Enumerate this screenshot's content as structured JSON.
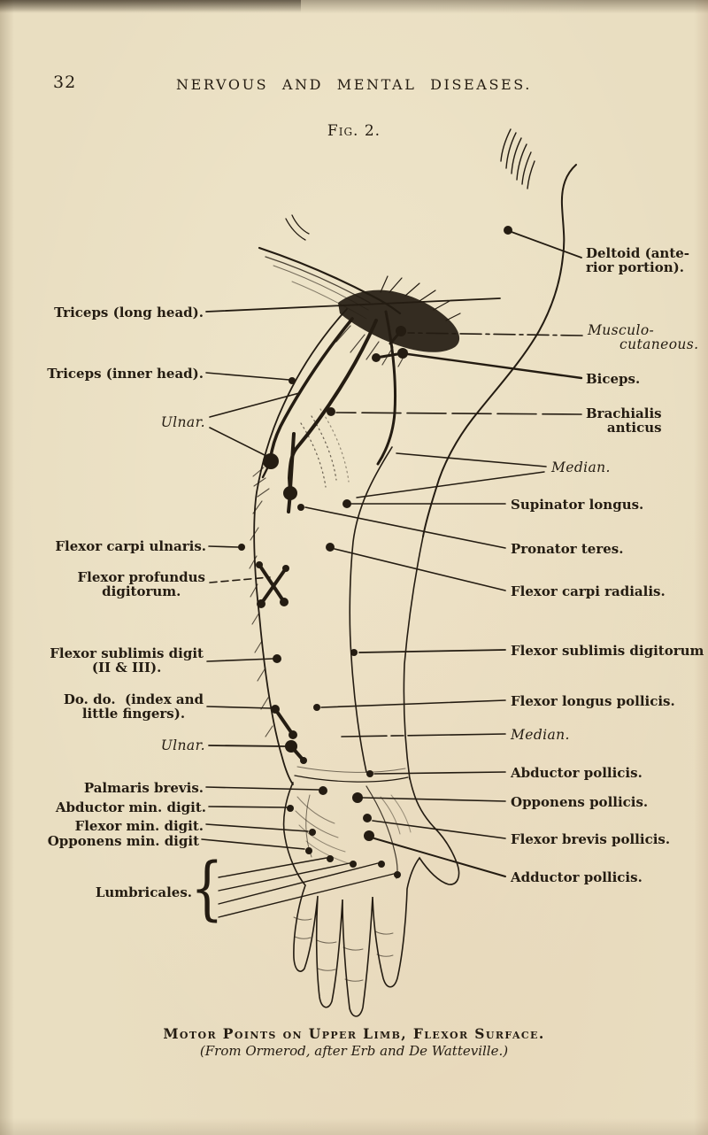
{
  "page": {
    "page_number": "32",
    "header": "NERVOUS AND MENTAL DISEASES.",
    "figure_label": "Fig. 2.",
    "caption_line1": "Motor Points on Upper Limb, Flexor Surface.",
    "caption_line2": "(From Ormerod, after Erb and De Watteville.)"
  },
  "labels_left": [
    {
      "id": "triceps-long-head",
      "line1": "Triceps (long head)."
    },
    {
      "id": "triceps-inner-head",
      "line1": "Triceps (inner head)."
    },
    {
      "id": "ulnar-upper",
      "line1": "Ulnar."
    },
    {
      "id": "flexor-carpi-ulnaris",
      "line1": "Flexor carpi ulnaris."
    },
    {
      "id": "flexor-profundus-digitorum",
      "line1": "Flexor profundus",
      "line2": "digitorum."
    },
    {
      "id": "flexor-sublimis-digit-ii-iii",
      "line1": "Flexor sublimis digit",
      "line2": "(II & III)."
    },
    {
      "id": "do-do-index-little",
      "line1": "Do. do.  (index and",
      "line2": "little fingers)."
    },
    {
      "id": "ulnar-wrist",
      "line1": "Ulnar."
    },
    {
      "id": "palmaris-brevis",
      "line1": "Palmaris brevis."
    },
    {
      "id": "abductor-min-digit",
      "line1": "Abductor min. digit."
    },
    {
      "id": "flexor-min-digit",
      "line1": "Flexor min. digit."
    },
    {
      "id": "opponens-min-digit",
      "line1": "Opponens min. digit"
    },
    {
      "id": "lumbricales",
      "line1": "Lumbricales.",
      "brace": "{"
    }
  ],
  "labels_right": [
    {
      "id": "deltoid",
      "line1": "Deltoid (ante-",
      "line2": "rior portion)."
    },
    {
      "id": "musculo-cutaneous",
      "line1": "Musculo-",
      "line2": "cutaneous."
    },
    {
      "id": "biceps",
      "line1": "Biceps."
    },
    {
      "id": "brachialis-anticus",
      "line1": "Brachialis",
      "line2": "anticus"
    },
    {
      "id": "median-upper",
      "line1": "Median."
    },
    {
      "id": "supinator-longus",
      "line1": "Supinator longus."
    },
    {
      "id": "pronator-teres",
      "line1": "Pronator teres."
    },
    {
      "id": "flexor-carpi-radialis",
      "line1": "Flexor carpi radialis."
    },
    {
      "id": "flexor-sublimis-digitorum",
      "line1": "Flexor sublimis digitorum"
    },
    {
      "id": "flexor-longus-pollicis",
      "line1": "Flexor longus pollicis."
    },
    {
      "id": "median-wrist",
      "line1": "Median."
    },
    {
      "id": "abductor-pollicis",
      "line1": "Abductor pollicis."
    },
    {
      "id": "opponens-pollicis",
      "line1": "Opponens pollicis."
    },
    {
      "id": "flexor-brevis-pollicis",
      "line1": "Flexor brevis pollicis."
    },
    {
      "id": "adductor-pollicis",
      "line1": "Adductor pollicis."
    }
  ],
  "figure": {
    "leaders": [
      [
        233,
        352,
        565,
        337,
        1.8,
        ""
      ],
      [
        233,
        421,
        327,
        429,
        1.6,
        ""
      ],
      [
        237,
        471,
        338,
        444,
        1.6,
        ""
      ],
      [
        237,
        483,
        301,
        515,
        1.6,
        ""
      ],
      [
        236,
        617,
        269,
        618,
        1.6,
        ""
      ],
      [
        237,
        658,
        305,
        652,
        1.6,
        "8,5"
      ],
      [
        234,
        747,
        309,
        744,
        1.6,
        ""
      ],
      [
        234,
        798,
        307,
        800,
        1.6,
        ""
      ],
      [
        236,
        842,
        323,
        843,
        1.8,
        ""
      ],
      [
        233,
        889,
        360,
        892,
        1.6,
        ""
      ],
      [
        236,
        911,
        324,
        912,
        1.6,
        ""
      ],
      [
        233,
        931,
        348,
        939,
        1.6,
        ""
      ],
      [
        228,
        948,
        344,
        959,
        1.6,
        ""
      ],
      [
        247,
        991,
        369,
        969,
        1.4,
        ""
      ],
      [
        247,
        1006,
        395,
        975,
        1.4,
        ""
      ],
      [
        247,
        1021,
        427,
        975,
        1.4,
        ""
      ],
      [
        247,
        1036,
        449,
        986,
        1.4,
        ""
      ],
      [
        657,
        291,
        578,
        262,
        1.8,
        ""
      ],
      [
        658,
        379,
        461,
        376,
        1.6,
        "24,5,4,5"
      ],
      [
        657,
        427,
        461,
        400,
        2.4,
        ""
      ],
      [
        657,
        468,
        380,
        466,
        1.6,
        "44,7"
      ],
      [
        617,
        527,
        448,
        512,
        1.6,
        ""
      ],
      [
        615,
        533,
        403,
        562,
        1.4,
        ""
      ],
      [
        571,
        569,
        397,
        569,
        1.6,
        ""
      ],
      [
        571,
        619,
        345,
        573,
        1.6,
        ""
      ],
      [
        571,
        667,
        378,
        620,
        1.6,
        ""
      ],
      [
        571,
        734,
        406,
        737,
        1.8,
        ""
      ],
      [
        571,
        791,
        363,
        799,
        1.6,
        ""
      ],
      [
        571,
        829,
        386,
        832,
        1.6,
        "110,5,14,5"
      ],
      [
        571,
        872,
        423,
        874,
        1.6,
        ""
      ],
      [
        571,
        905,
        410,
        901,
        1.6,
        ""
      ],
      [
        571,
        947,
        421,
        927,
        1.6,
        ""
      ],
      [
        571,
        990,
        423,
        947,
        2,
        ""
      ]
    ],
    "bars": [
      [
        455,
        399,
        425,
        404,
        3
      ],
      [
        293,
        638,
        321,
        680,
        4
      ],
      [
        323,
        642,
        295,
        682,
        4
      ],
      [
        311,
        801,
        331,
        830,
        4
      ],
      [
        329,
        843,
        343,
        859,
        4
      ],
      [
        453,
        374,
        441,
        388,
        3
      ],
      [
        328,
        557,
        326,
        578,
        4
      ],
      [
        306,
        521,
        297,
        539,
        2.4
      ]
    ],
    "dots": [
      [
        574,
        260,
        5
      ],
      [
        453,
        374,
        6
      ],
      [
        455,
        399,
        6
      ],
      [
        425,
        404,
        5
      ],
      [
        330,
        430,
        4
      ],
      [
        374,
        465,
        5
      ],
      [
        306,
        521,
        9
      ],
      [
        328,
        557,
        8
      ],
      [
        340,
        573,
        4
      ],
      [
        392,
        569,
        5
      ],
      [
        373,
        618,
        5
      ],
      [
        273,
        618,
        4
      ],
      [
        293,
        638,
        4
      ],
      [
        321,
        680,
        5
      ],
      [
        323,
        642,
        4
      ],
      [
        295,
        682,
        5
      ],
      [
        313,
        744,
        5
      ],
      [
        400,
        737,
        4
      ],
      [
        358,
        799,
        4
      ],
      [
        311,
        801,
        5
      ],
      [
        331,
        830,
        5
      ],
      [
        329,
        843,
        7
      ],
      [
        343,
        859,
        4
      ],
      [
        365,
        893,
        5
      ],
      [
        418,
        874,
        4
      ],
      [
        404,
        901,
        6
      ],
      [
        328,
        913,
        4
      ],
      [
        415,
        924,
        5
      ],
      [
        353,
        940,
        4
      ],
      [
        417,
        944,
        6
      ],
      [
        349,
        961,
        4
      ],
      [
        373,
        970,
        4
      ],
      [
        399,
        976,
        4
      ],
      [
        431,
        976,
        4
      ],
      [
        449,
        988,
        4
      ]
    ]
  },
  "colors": {
    "paper": "#e9dec1",
    "ink": "#241c12"
  }
}
